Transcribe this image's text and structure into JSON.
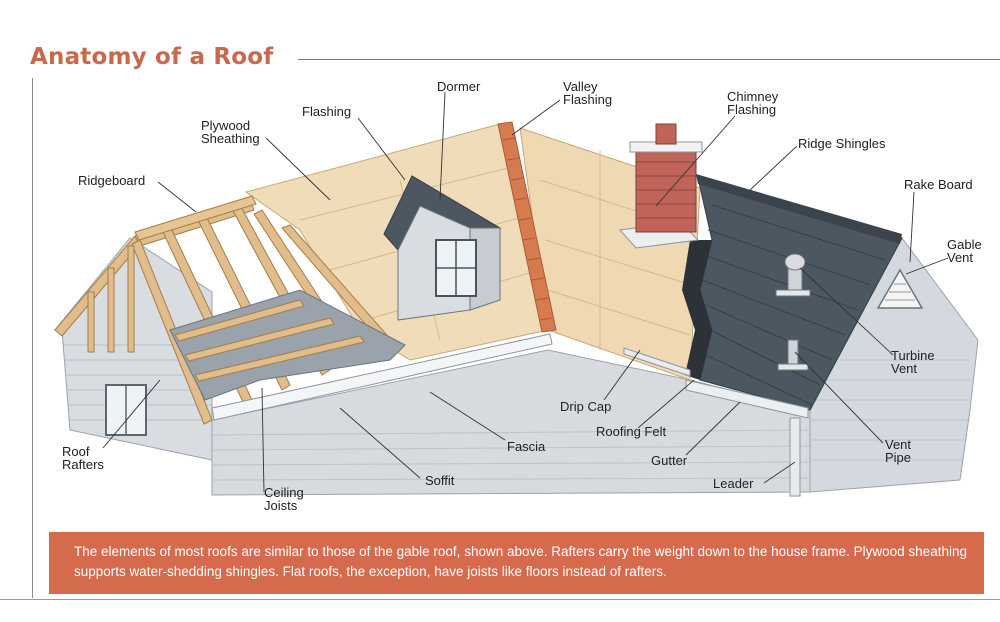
{
  "title": "Anatomy of a Roof",
  "labels": {
    "ridgeboard": "Ridgeboard",
    "plywood_sheathing": "Plywood\nSheathing",
    "flashing": "Flashing",
    "dormer": "Dormer",
    "valley_flashing": "Valley\nFlashing",
    "chimney_flashing": "Chimney\nFlashing",
    "ridge_shingles": "Ridge Shingles",
    "rake_board": "Rake Board",
    "gable_vent": "Gable\nVent",
    "turbine_vent": "Turbine\nVent",
    "vent_pipe": "Vent\nPipe",
    "leader": "Leader",
    "gutter": "Gutter",
    "roofing_felt": "Roofing Felt",
    "drip_cap": "Drip Cap",
    "fascia": "Fascia",
    "soffit": "Soffit",
    "ceiling_joists": "Ceiling\nJoists",
    "roof_rafters": "Roof\nRafters"
  },
  "caption": "The elements of most roofs are similar to those of the gable roof, shown above. Rafters carry the weight down to the house frame. Plywood sheathing supports water-shedding shingles. Flat roofs, the exception, have joists like floors instead of rafters.",
  "colors": {
    "title": "#c8684c",
    "caption_bg": "#d56a4c",
    "caption_text": "#ffffff",
    "sheathing": "#f0dcb8",
    "shingles": "#4a5560",
    "siding": "#d7dbe0",
    "framing": "#d9b585",
    "brick": "#c0645a"
  }
}
